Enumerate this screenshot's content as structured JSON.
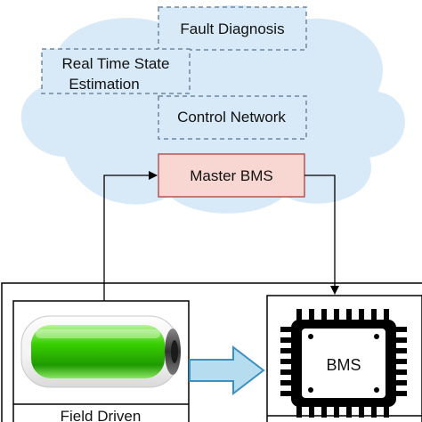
{
  "cloud": {
    "boxes": [
      {
        "id": "fault",
        "label": "Fault Diagnosis"
      },
      {
        "id": "rtse",
        "lines": [
          "Real Time State",
          "Estimation"
        ]
      },
      {
        "id": "control",
        "label": "Control Network"
      }
    ]
  },
  "master_bms": {
    "label": "Master BMS",
    "fill": "#f8d7d2",
    "border": "#b85450"
  },
  "bms_chip": {
    "label": "BMS"
  },
  "battery_panel": {
    "caption": "Field Driven"
  },
  "colors": {
    "cloud_fill": "#d8e9f7",
    "dashed_box_border": "#6b88a3",
    "battery_green": "#39d000",
    "arrow_fill": "#b5dcef",
    "arrow_stroke": "#3d8fc0"
  }
}
